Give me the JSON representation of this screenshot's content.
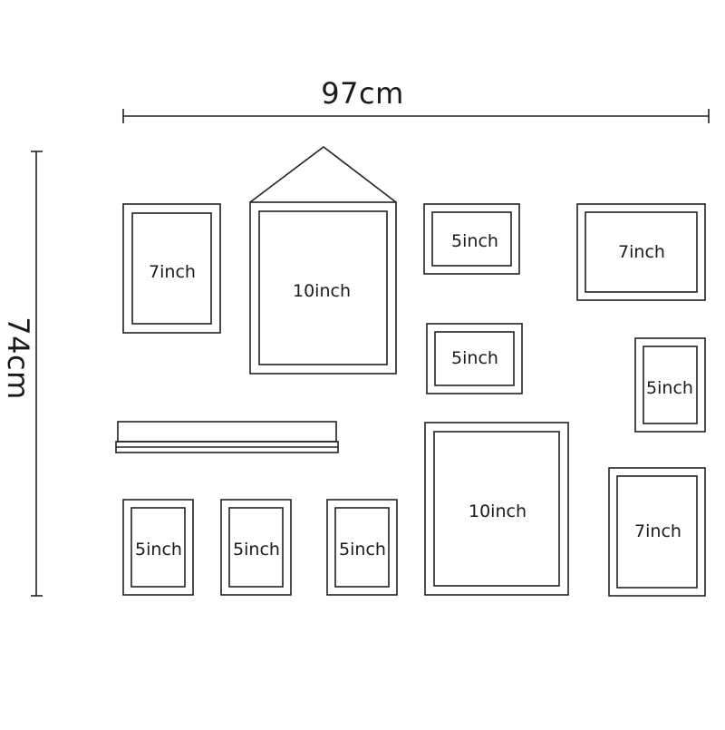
{
  "dimensions": {
    "width_label": "97cm",
    "height_label": "74cm"
  },
  "frames": [
    {
      "id": "frame-7inch-top-left",
      "label": "7inch"
    },
    {
      "id": "frame-10inch-house",
      "label": "10inch"
    },
    {
      "id": "frame-5inch-top-center",
      "label": "5inch"
    },
    {
      "id": "frame-7inch-top-right",
      "label": "7inch"
    },
    {
      "id": "frame-5inch-center",
      "label": "5inch"
    },
    {
      "id": "frame-5inch-right-portrait",
      "label": "5inch"
    },
    {
      "id": "frame-10inch-bottom-center",
      "label": "10inch"
    },
    {
      "id": "frame-7inch-bottom-right",
      "label": "7inch"
    },
    {
      "id": "frame-5inch-bottom-1",
      "label": "5inch"
    },
    {
      "id": "frame-5inch-bottom-2",
      "label": "5inch"
    },
    {
      "id": "frame-5inch-bottom-3",
      "label": "5inch"
    }
  ],
  "colors": {
    "line": "#222222",
    "background": "#ffffff"
  }
}
